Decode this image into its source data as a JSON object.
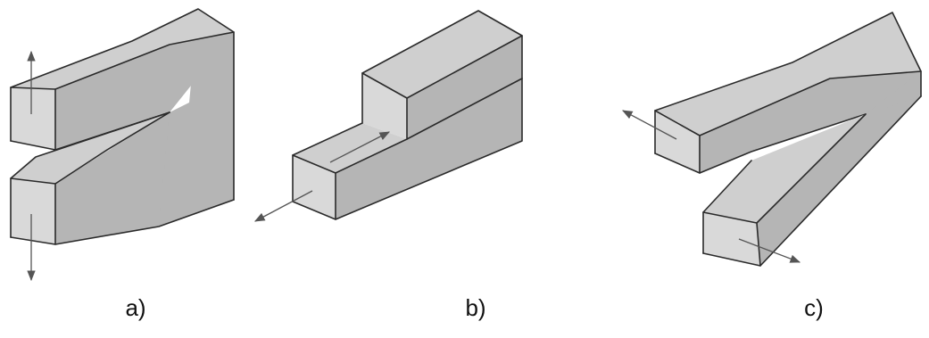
{
  "labels": {
    "a": "a)",
    "b": "b)",
    "c": "c)"
  },
  "colors": {
    "front_face": "#d9d9d9",
    "top_face": "#cfcfcf",
    "side_face": "#b5b5b5",
    "edge": "#2a2a2a",
    "arrow": "#555555"
  }
}
